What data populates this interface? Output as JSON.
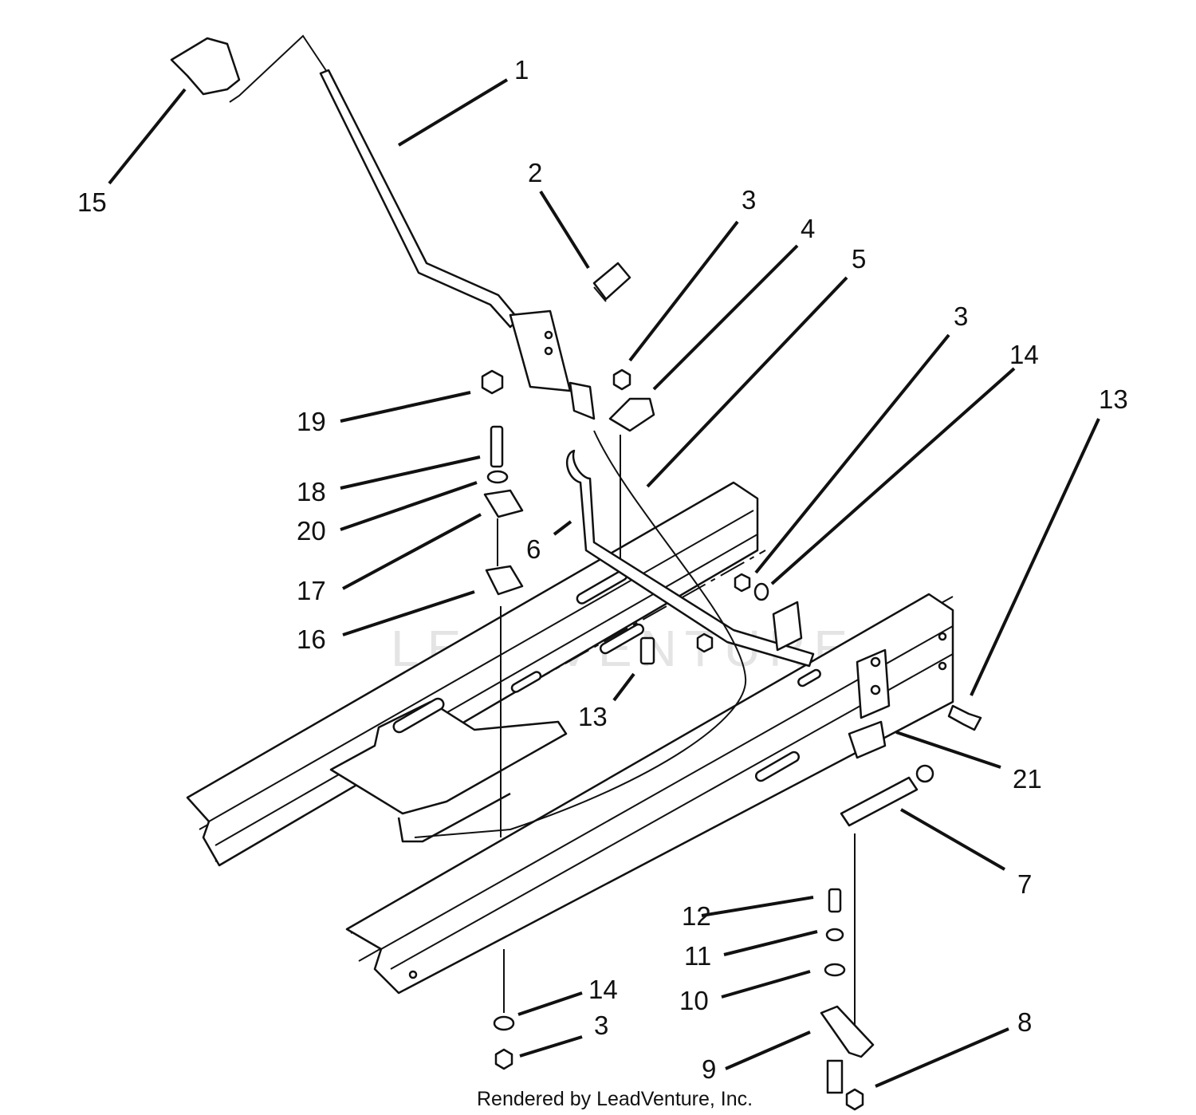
{
  "diagram": {
    "callouts": {
      "c1": "1",
      "c2": "2",
      "c3a": "3",
      "c4": "4",
      "c5": "5",
      "c3b": "3",
      "c14a": "14",
      "c13a": "13",
      "c15": "15",
      "c19": "19",
      "c18": "18",
      "c20": "20",
      "c17": "17",
      "c16": "16",
      "c6": "6",
      "c13b": "13",
      "c21": "21",
      "c7": "7",
      "c12": "12",
      "c11": "11",
      "c10": "10",
      "c14b": "14",
      "c3c": "3",
      "c9": "9",
      "c8": "8"
    },
    "watermark": "LEADVENTURE",
    "credit": "Rendered by LeadVenture, Inc."
  }
}
